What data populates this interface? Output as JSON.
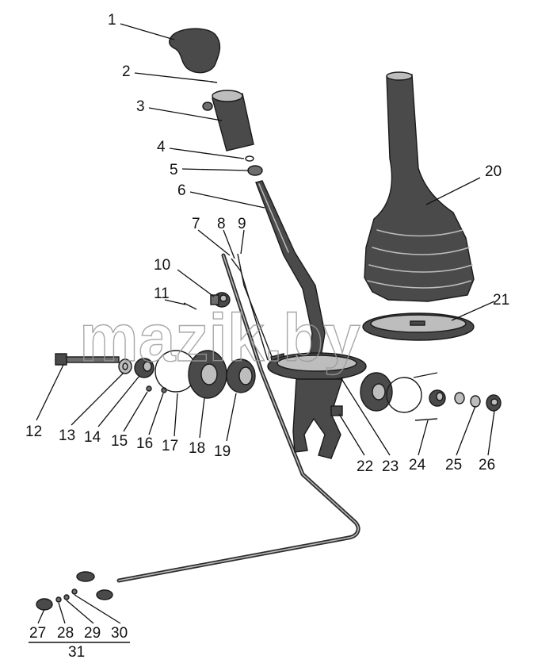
{
  "watermark": "mazik.by",
  "callouts": [
    {
      "id": "1",
      "label": "1"
    },
    {
      "id": "2",
      "label": "2"
    },
    {
      "id": "3",
      "label": "3"
    },
    {
      "id": "4",
      "label": "4"
    },
    {
      "id": "5",
      "label": "5"
    },
    {
      "id": "6",
      "label": "6"
    },
    {
      "id": "7",
      "label": "7"
    },
    {
      "id": "8",
      "label": "8"
    },
    {
      "id": "9",
      "label": "9"
    },
    {
      "id": "10",
      "label": "10"
    },
    {
      "id": "11",
      "label": "11"
    },
    {
      "id": "12",
      "label": "12"
    },
    {
      "id": "13",
      "label": "13"
    },
    {
      "id": "14",
      "label": "14"
    },
    {
      "id": "15",
      "label": "15"
    },
    {
      "id": "16",
      "label": "16"
    },
    {
      "id": "17",
      "label": "17"
    },
    {
      "id": "18",
      "label": "18"
    },
    {
      "id": "19",
      "label": "19"
    },
    {
      "id": "20",
      "label": "20"
    },
    {
      "id": "21",
      "label": "21"
    },
    {
      "id": "22",
      "label": "22"
    },
    {
      "id": "23",
      "label": "23"
    },
    {
      "id": "24",
      "label": "24"
    },
    {
      "id": "25",
      "label": "25"
    },
    {
      "id": "26",
      "label": "26"
    },
    {
      "id": "27",
      "label": "27"
    },
    {
      "id": "28",
      "label": "28"
    },
    {
      "id": "29",
      "label": "29"
    },
    {
      "id": "30",
      "label": "30"
    },
    {
      "id": "31",
      "label": "31"
    }
  ]
}
